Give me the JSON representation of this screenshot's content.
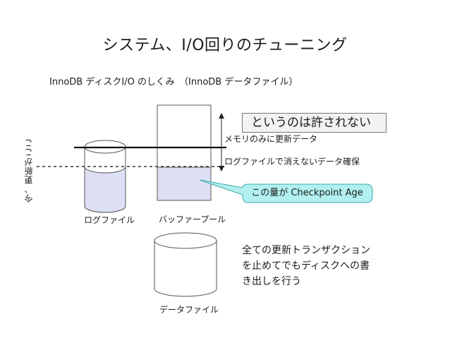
{
  "slide": {
    "title": "システム、I/O回りのチューニング",
    "subtitle": "InnoDB ディスクI/O のしくみ　（InnoDB データファイル）"
  },
  "diagram": {
    "vertical_label": "今、更新がここ",
    "log_file_label": "ログファイル",
    "buffer_pool_label": "バッファープール",
    "data_file_label": "データファイル",
    "memory_only_label": "メモリのみに更新データ",
    "durable_label": "ログファイルで消えないデータ確保",
    "forbidden_callout": "というのは許されない",
    "checkpoint_callout": "この量が Checkpoint Age",
    "note": "全ての更新トランザクションを止めてでもディスクへの書き出しを行う",
    "colors": {
      "fill": "#dde0f5",
      "callout": "#b2f0f0",
      "callout_border": "#3aa8a8"
    }
  }
}
